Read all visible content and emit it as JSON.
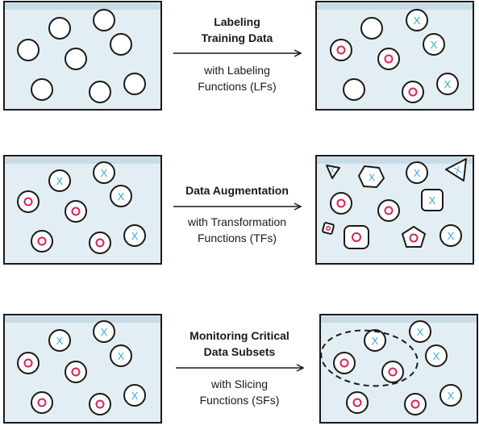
{
  "colors": {
    "panel_fill": "#e3eef4",
    "panel_shade": "#c9dce6",
    "border": "#1a1a1a",
    "circle_mark": "#d6245a",
    "x_mark": "#3aa7d9",
    "node_fill": "#ffffff"
  },
  "rows": [
    {
      "title_lines": [
        "Labeling",
        "Training Data"
      ],
      "subtitle_lines": [
        "with Labeling",
        "Functions (LFs)"
      ]
    },
    {
      "title_lines": [
        "Data Augmentation"
      ],
      "subtitle_lines": [
        "with Transformation",
        "Functions (TFs)"
      ]
    },
    {
      "title_lines": [
        "Monitoring Critical",
        "Data Subsets"
      ],
      "subtitle_lines": [
        "with Slicing",
        "Functions (SFs)"
      ]
    }
  ],
  "marks": {
    "x_symbol": "X",
    "o_symbol": "o"
  },
  "icons": {
    "arrow": "right-arrow-icon",
    "unlabeled": "empty-circle-icon",
    "positive": "circle-mark-icon",
    "negative": "x-mark-icon"
  }
}
